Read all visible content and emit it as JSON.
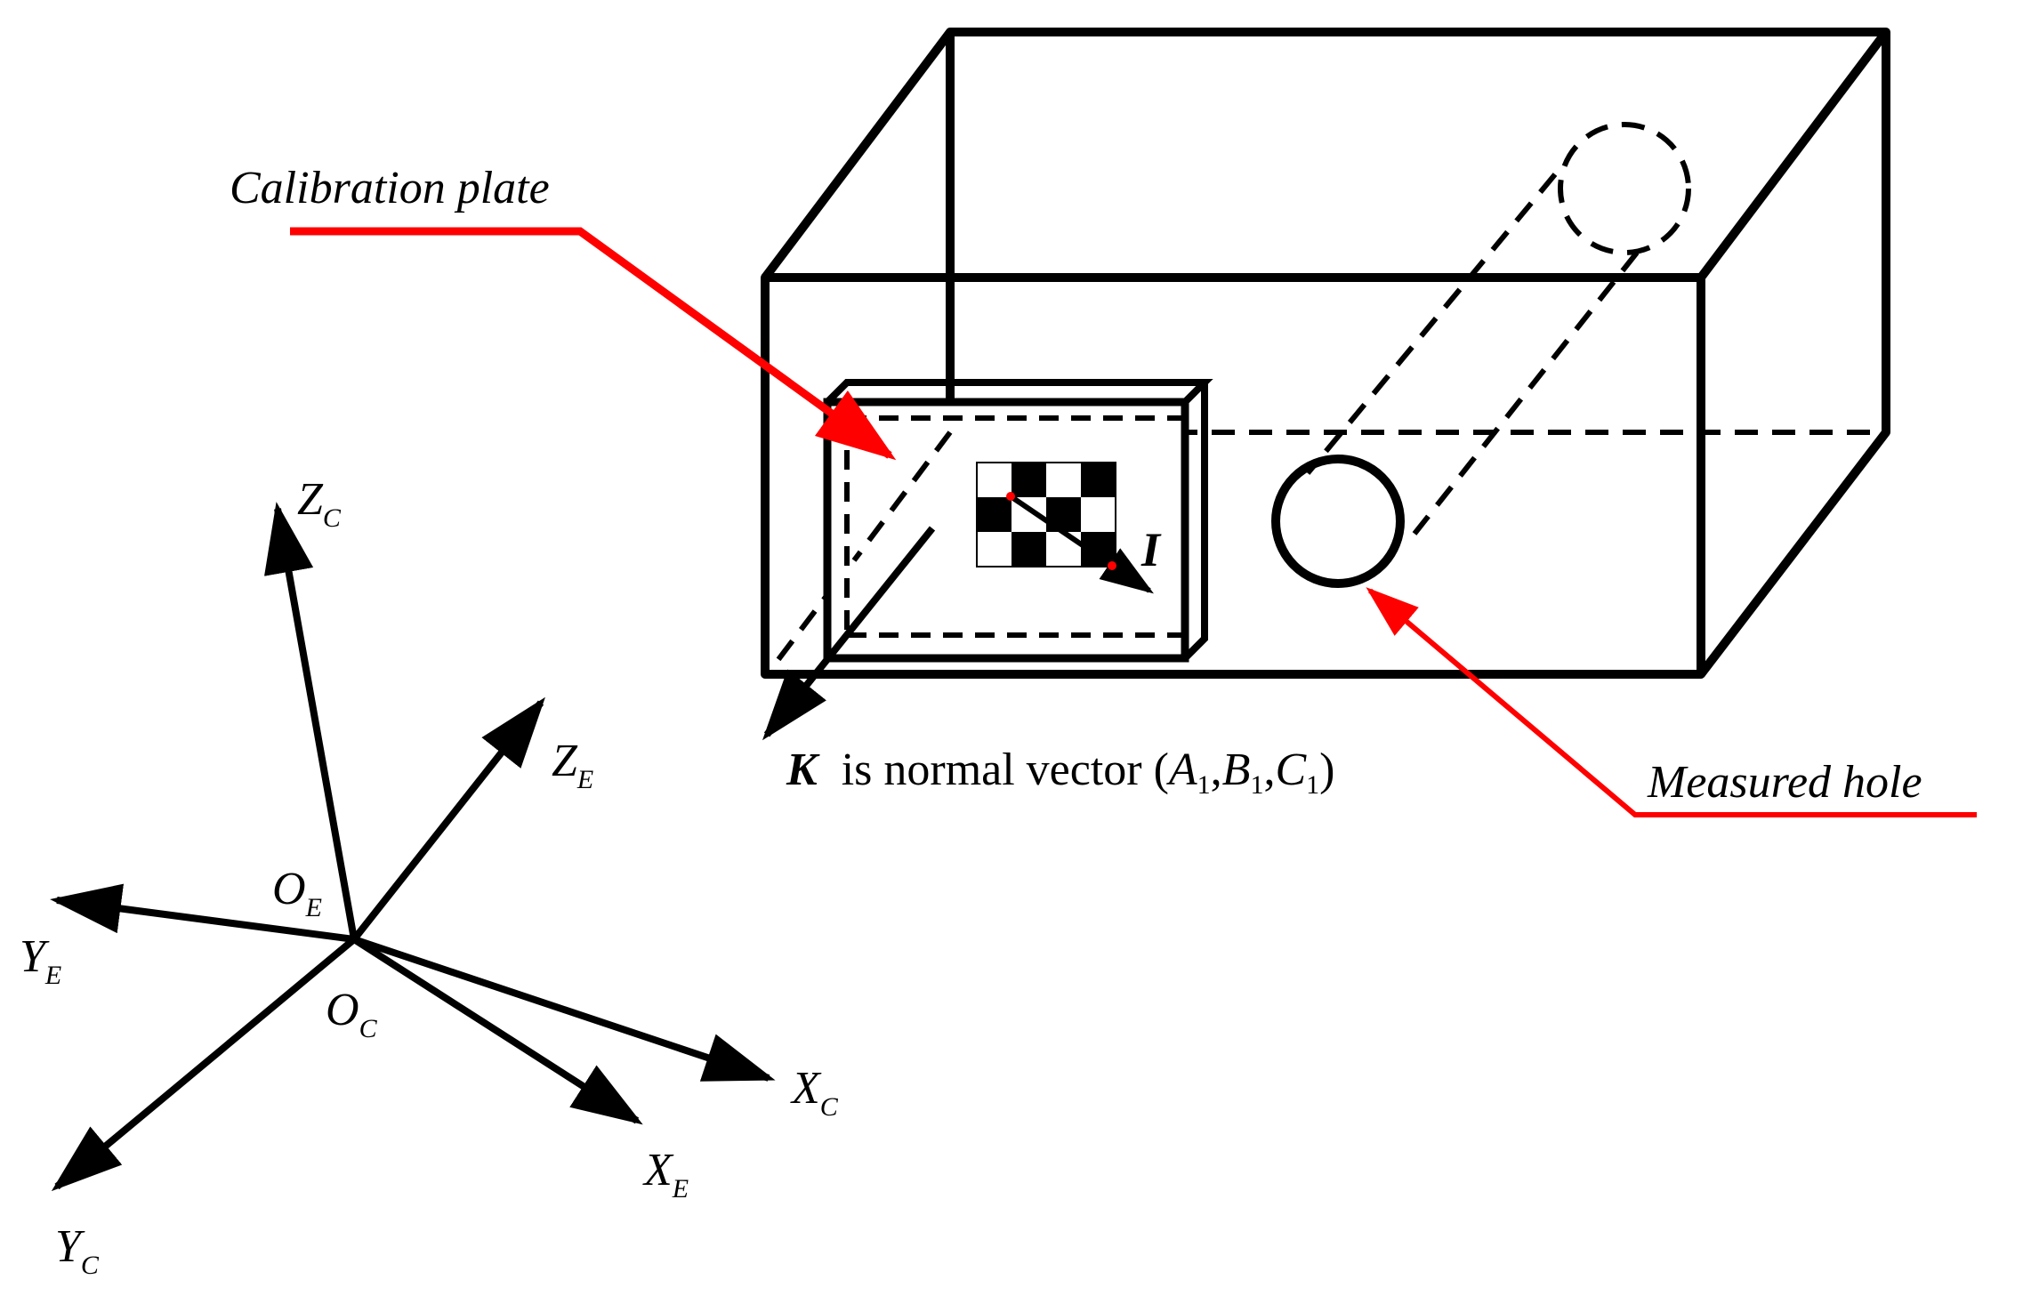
{
  "labels": {
    "calibration_plate": "Calibration plate",
    "measured_hole": "Measured hole",
    "vector_i": "I",
    "normal_k": "K",
    "normal_text": "is normal vector (",
    "normal_a": "A",
    "normal_b": "B",
    "normal_c": "C",
    "normal_sub": "1",
    "comma": ",",
    "close_paren": ")"
  },
  "axes": {
    "z_c": {
      "letter": "Z",
      "sub": "C"
    },
    "z_e": {
      "letter": "Z",
      "sub": "E"
    },
    "o_e": {
      "letter": "O",
      "sub": "E"
    },
    "o_c": {
      "letter": "O",
      "sub": "C"
    },
    "y_e": {
      "letter": "Y",
      "sub": "E"
    },
    "y_c": {
      "letter": "Y",
      "sub": "C"
    },
    "x_c": {
      "letter": "X",
      "sub": "C"
    },
    "x_e": {
      "letter": "X",
      "sub": "E"
    }
  },
  "colors": {
    "line": "#000000",
    "leader": "#ff0000",
    "checker_dark": "#000000",
    "checker_light": "#ffffff"
  }
}
